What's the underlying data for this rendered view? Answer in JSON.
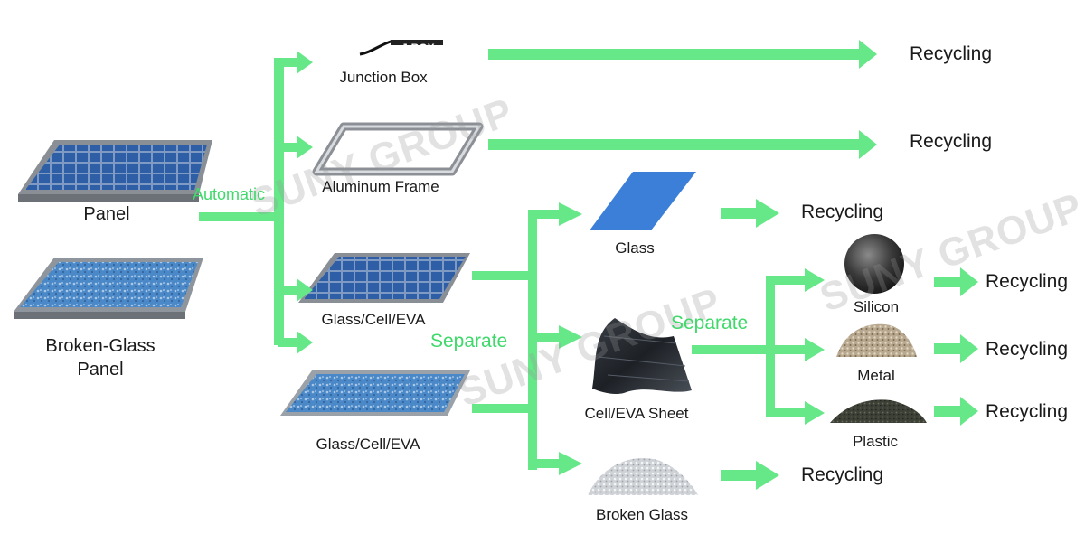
{
  "labels": {
    "panel": "Panel",
    "broken_glass_panel_line1": "Broken-Glass",
    "broken_glass_panel_line2": "Panel",
    "automatic": "Automatic",
    "junction_box": "Junction Box",
    "jbox_tag": "J-BOX",
    "aluminum_frame": "Aluminum Frame",
    "glass_cell_eva_top": "Glass/Cell/EVA",
    "glass_cell_eva_bottom": "Glass/Cell/EVA",
    "separate_1": "Separate",
    "separate_2": "Separate",
    "glass": "Glass",
    "cell_eva_sheet": "Cell/EVA Sheet",
    "broken_glass": "Broken Glass",
    "silicon": "Silicon",
    "metal": "Metal",
    "plastic": "Plastic",
    "recycling": "Recycling"
  },
  "watermark": "SUNY GROUP",
  "colors": {
    "arrow": "#66e889",
    "separate_text": "#3fd96b",
    "panel_cell": "#2f5fa8",
    "panel_frame": "#9aa0a6",
    "glass_fill": "#3b7fd9"
  }
}
